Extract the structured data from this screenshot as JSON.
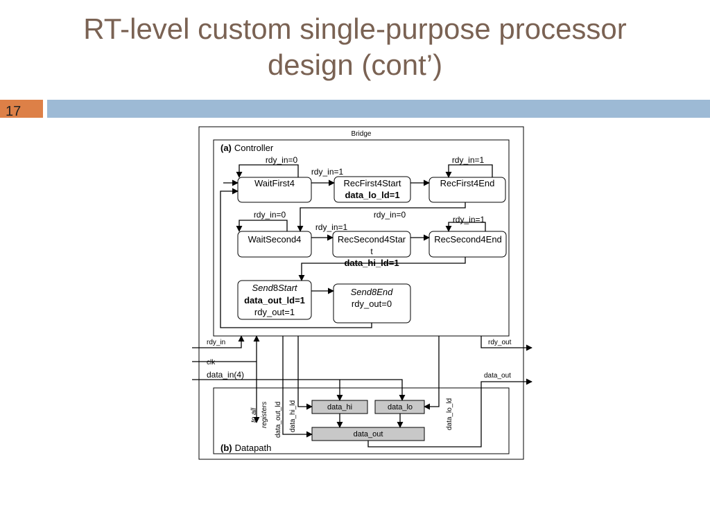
{
  "slide": {
    "title_line1": "RT-level custom single-purpose processor",
    "title_line2": "design (cont’)",
    "number": "17",
    "colors": {
      "title": "#7a6253",
      "number_box": "#dd8047",
      "rule_bar": "#9dbad5",
      "register_fill": "#c8c8c8"
    }
  },
  "diagram": {
    "bridge_label": "Bridge",
    "controller": {
      "label_prefix": "(a)",
      "label": "Controller",
      "states": {
        "wait_first4": {
          "name": "WaitFirst4"
        },
        "rec_first4_start": {
          "name": "RecFirst4Start",
          "action": "data_lo_ld=1"
        },
        "rec_first4_end": {
          "name": "RecFirst4End"
        },
        "wait_second4": {
          "name": "WaitSecond4"
        },
        "rec_second4_start": {
          "name_line1": "RecSecond4Star",
          "name_line2": "t",
          "action": "data_hi_ld=1"
        },
        "rec_second4_end": {
          "name": "RecSecond4End"
        },
        "send8_start": {
          "name_part1": "Send",
          "name_part2": "8",
          "name_part3": "Start",
          "action1": "data_out_ld=1",
          "action2": "rdy_out=1"
        },
        "send8_end": {
          "name": "Send8End",
          "action": "rdy_out=0"
        }
      },
      "transitions": {
        "wait_first4_self": "rdy_in=0",
        "wait_first4_to_rec": "rdy_in=1",
        "rec_first4_end_self": "rdy_in=1",
        "wait_second4_self": "rdy_in=0",
        "wait_second4_to_rec": "rdy_in=1",
        "rec_first4_end_to_wait_second4": "rdy_in=0",
        "rec_second4_end_self": "rdy_in=1"
      }
    },
    "signals": {
      "rdy_in": "rdy_in",
      "rdy_out": "rdy_out",
      "clk": "clk",
      "data_in": "data_in(4)",
      "data_out": "data_out",
      "to_all_line1": "to all",
      "to_all_line2": "registers",
      "data_out_ld": "data_out_ld",
      "data_hi_ld": "data_hi_ld",
      "data_lo_ld": "data_lo_ld"
    },
    "datapath": {
      "label_prefix": "(b)",
      "label": "Datapath",
      "registers": {
        "data_hi": "data_hi",
        "data_lo": "data_lo",
        "data_out": "data_out"
      }
    }
  }
}
